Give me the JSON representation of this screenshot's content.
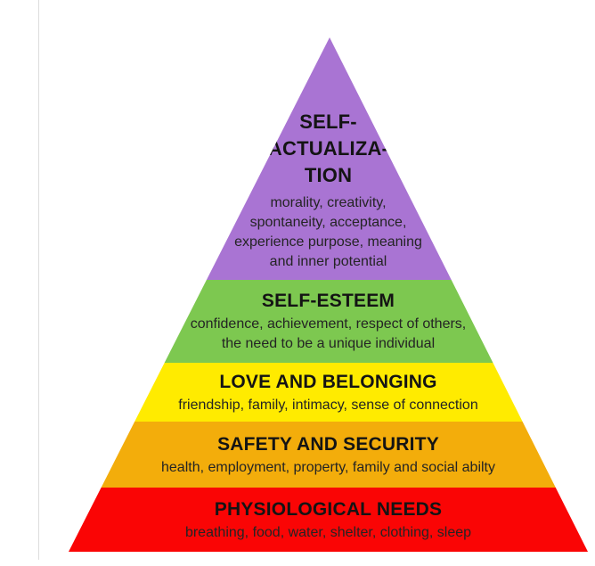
{
  "page": {
    "background": "#ffffff",
    "edge_line_color": "#dcdcdc"
  },
  "pyramid": {
    "name": "maslow-hierarchy-of-needs",
    "levels": [
      {
        "name": "self-actualization",
        "color": "#a974d3",
        "title_lines": [
          "SELF-",
          "ACTUALIZA-",
          "TION"
        ],
        "description_lines": [
          "morality, creativity,",
          "spontaneity, acceptance,",
          "experience purpose, meaning",
          "and inner potential"
        ]
      },
      {
        "name": "self-esteem",
        "color": "#7dc850",
        "title_lines": [
          "SELF-ESTEEM"
        ],
        "description_lines": [
          "confidence, achievement, respect of others,",
          "the need to be a unique individual"
        ]
      },
      {
        "name": "love-and-belonging",
        "color": "#ffeb00",
        "title_lines": [
          "LOVE AND BELONGING"
        ],
        "description_lines": [
          "friendship, family, intimacy, sense of connection"
        ]
      },
      {
        "name": "safety-and-security",
        "color": "#f3ad0b",
        "title_lines": [
          "SAFETY AND SECURITY"
        ],
        "description_lines": [
          "health, employment, property, family and social abilty"
        ]
      },
      {
        "name": "physiological-needs",
        "color": "#fa0505",
        "title_lines": [
          "PHYSIOLOGICAL NEEDS"
        ],
        "description_lines": [
          "breathing, food, water, shelter, clothing, sleep"
        ]
      }
    ]
  }
}
